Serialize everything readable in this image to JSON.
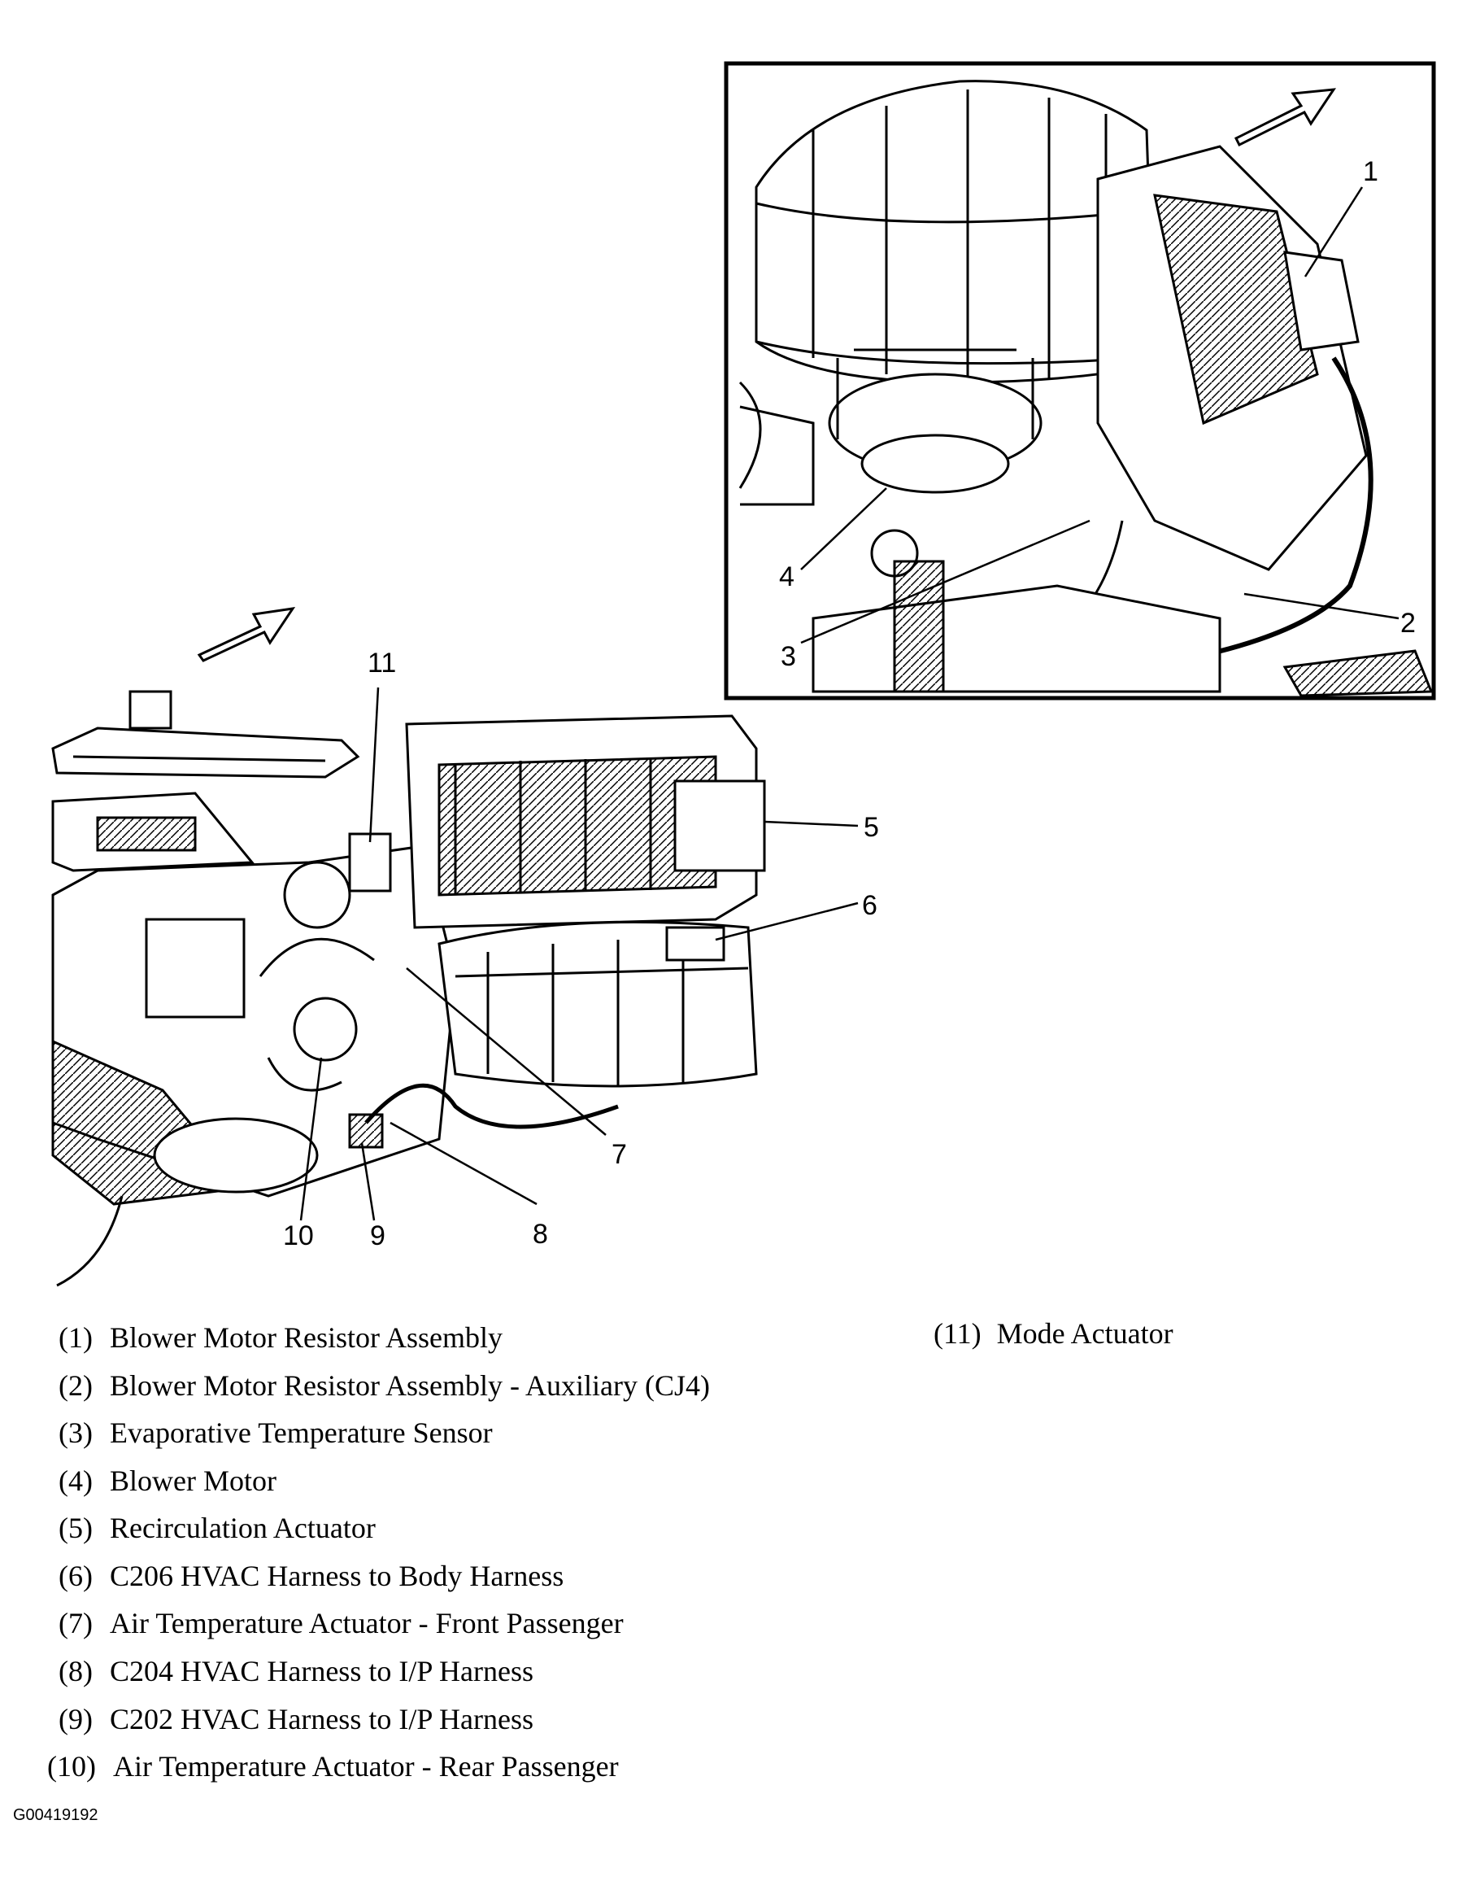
{
  "callouts": {
    "c1": "1",
    "c2": "2",
    "c3": "3",
    "c4": "4",
    "c5": "5",
    "c6": "6",
    "c7": "7",
    "c8": "8",
    "c9": "9",
    "c10": "10",
    "c11": "11"
  },
  "legend": [
    {
      "num": "(1)",
      "label": "Blower Motor Resistor Assembly"
    },
    {
      "num": "(2)",
      "label": "Blower Motor Resistor Assembly - Auxiliary (CJ4)"
    },
    {
      "num": "(3)",
      "label": "Evaporative Temperature Sensor"
    },
    {
      "num": "(4)",
      "label": "Blower Motor"
    },
    {
      "num": "(5)",
      "label": "Recirculation Actuator"
    },
    {
      "num": "(6)",
      "label": "C206 HVAC Harness to Body Harness"
    },
    {
      "num": "(7)",
      "label": "Air Temperature Actuator - Front Passenger"
    },
    {
      "num": "(8)",
      "label": "C204 HVAC Harness to I/P Harness"
    },
    {
      "num": "(9)",
      "label": "C202 HVAC Harness to I/P Harness"
    },
    {
      "num": "(10)",
      "label": "Air Temperature Actuator - Rear Passenger"
    },
    {
      "num": "(11)",
      "label": "Mode Actuator"
    }
  ],
  "figure_id": "G00419192"
}
